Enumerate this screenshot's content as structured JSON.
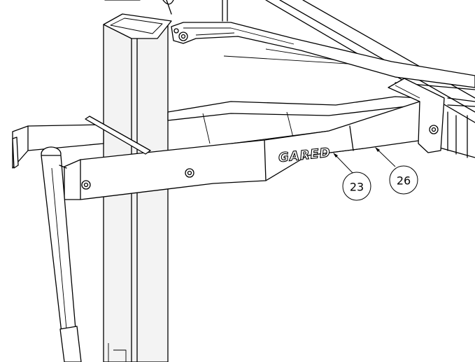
{
  "brand_logo_text": "GARED",
  "callouts": [
    {
      "id": "callout-23",
      "label": "23"
    },
    {
      "id": "callout-26",
      "label": "26"
    }
  ],
  "colors": {
    "line": "#000000",
    "background": "#ffffff"
  }
}
